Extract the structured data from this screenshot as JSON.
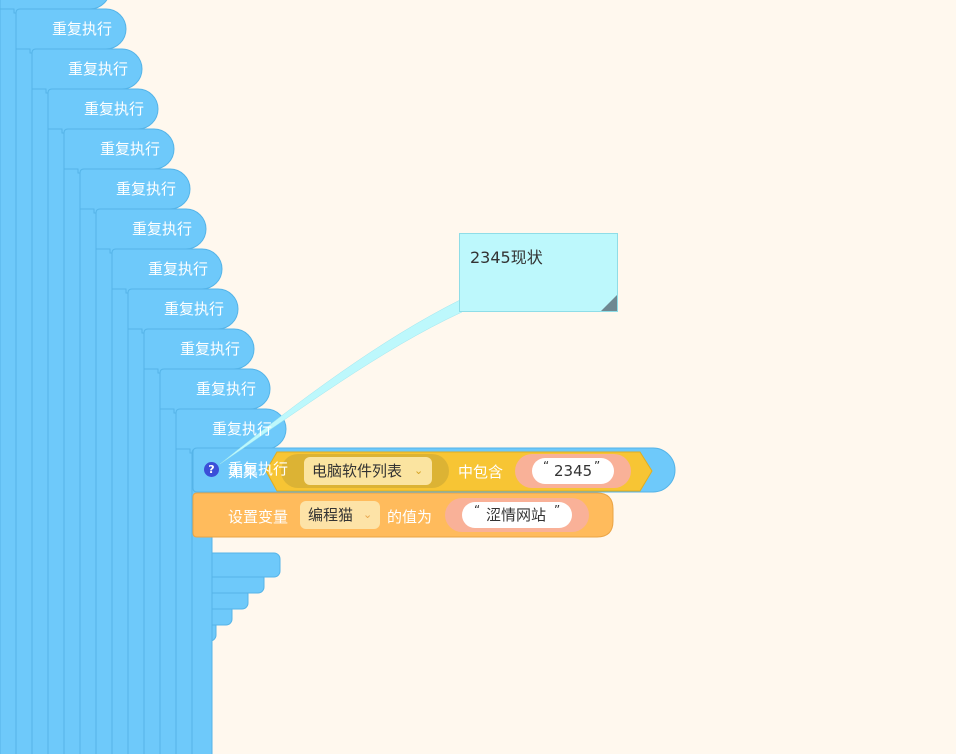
{
  "repeat_label": "重复执行",
  "repeat_count": 12,
  "if_block": {
    "label": "如果",
    "list_name": "电脑软件列表",
    "contains_label": "中包含",
    "value": "2345",
    "help_icon": "help-icon"
  },
  "set_block": {
    "label": "设置变量",
    "var_name": "编程猫",
    "value_label": "的值为",
    "value": "涩情网站"
  },
  "comment": {
    "text": "2345现状"
  },
  "colors": {
    "repeat": "#6ec9fa",
    "repeat_border": "#55b4e8",
    "if": "#f7c534",
    "set": "#ffbb5c",
    "string": "#f9b198",
    "comment": "#bdf8fc",
    "background": "#fff8ee"
  }
}
